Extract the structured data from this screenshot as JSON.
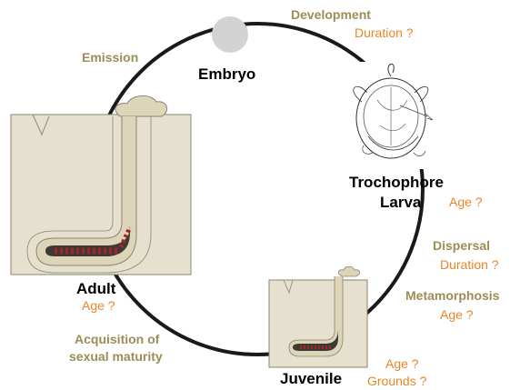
{
  "stages": {
    "embryo": "Embryo",
    "trochophore_line1": "Trochophore",
    "trochophore_line2": "Larva",
    "juvenile": "Juvenile",
    "adult": "Adult"
  },
  "processes": {
    "development": "Development",
    "dispersal": "Dispersal",
    "metamorphosis": "Metamorphosis",
    "acquisition_line1": "Acquisition of",
    "acquisition_line2": "sexual maturity",
    "emission": "Emission"
  },
  "questions": {
    "development_duration": "Duration ?",
    "larva_age": "Age ?",
    "dispersal_duration": "Duration ?",
    "metamorphosis_age": "Age ?",
    "juvenile_age": "Age ?",
    "juvenile_grounds": "Grounds ?",
    "adult_age": "Age ?"
  },
  "colors": {
    "process": "#9b8d55",
    "question": "#e8862a",
    "sediment": "#e6e0cf",
    "tube": "#ddd5b7",
    "worm_body": "#3d3a35",
    "worm_segments": "#a0262b",
    "embryo": "#d3d3d3"
  }
}
